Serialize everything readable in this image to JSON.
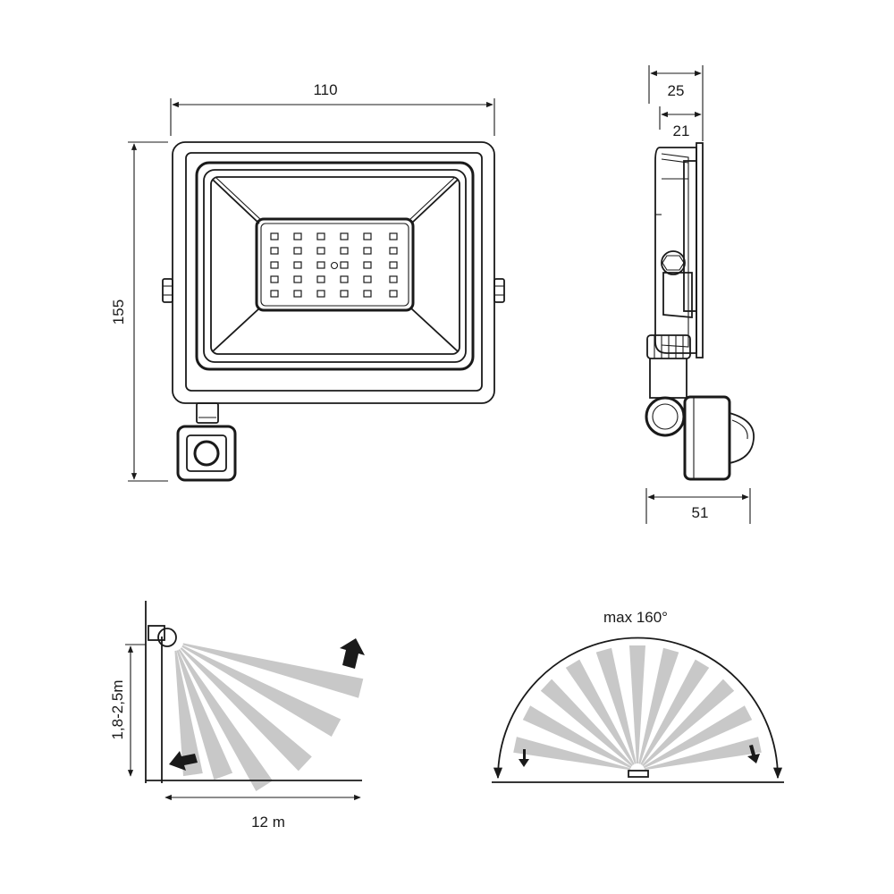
{
  "dimensions": {
    "front_width": "110",
    "front_height": "155",
    "side_depth_outer": "25",
    "side_depth_inner": "21",
    "side_depth_sensor": "51"
  },
  "detection": {
    "range_label": "12 m",
    "height_label": "1,8-2,5m",
    "angle_label": "max 160°"
  },
  "colors": {
    "line": "#1a1a1a",
    "wedge": "#c8c8c8",
    "background": "#ffffff"
  },
  "icons": {
    "direction_arrow": "arrow-icon",
    "led": "led-chip-icon"
  }
}
